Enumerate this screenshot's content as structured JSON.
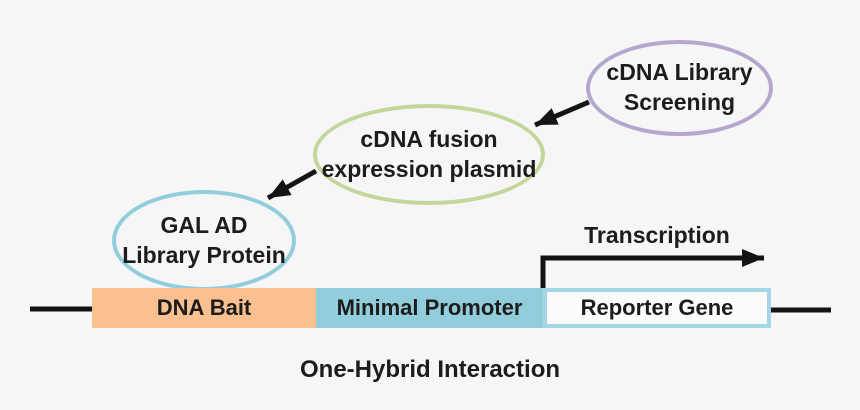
{
  "canvas": {
    "background_color": "#f6f6f6",
    "text_color": "#1c1c1c",
    "arrow_color": "#141414"
  },
  "diagram": {
    "caption": "One-Hybrid Interaction",
    "transcription_label": "Transcription",
    "nodes": {
      "screening": {
        "label": "cDNA Library\nScreening",
        "border_color": "#b5a6ce"
      },
      "plasmid": {
        "label": "cDNA fusion\nexpression plasmid",
        "border_color": "#c3d69b"
      },
      "protein": {
        "label": "GAL AD\nLibrary Protein",
        "border_color": "#92cddc"
      }
    },
    "bar": {
      "segments": [
        {
          "id": "dna-bait",
          "label": "DNA Bait",
          "fill": "#fac090"
        },
        {
          "id": "minimal-promoter",
          "label": "Minimal Promoter",
          "fill": "#92cddc"
        },
        {
          "id": "reporter-gene",
          "label": "Reporter Gene",
          "fill": "#fcfcfc",
          "border_color": "#a4d6e3"
        }
      ]
    },
    "arrows": [
      {
        "id": "screening-to-plasmid",
        "from": "cDNA Library Screening",
        "to": "cDNA fusion expression plasmid"
      },
      {
        "id": "plasmid-to-protein",
        "from": "cDNA fusion expression plasmid",
        "to": "GAL AD Library Protein"
      },
      {
        "id": "transcription-arrow",
        "from": "Minimal Promoter / Reporter Gene boundary",
        "to": "right"
      }
    ]
  }
}
